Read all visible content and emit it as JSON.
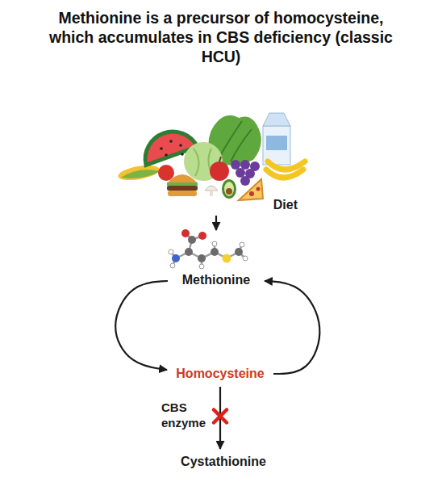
{
  "diagram": {
    "title": "Methionine is a precursor of homocysteine, which accumulates in CBS deficiency (classic HCU)",
    "nodes": [
      {
        "text": [
          "Diet"
        ]
      },
      {
        "text": [
          "Methionine"
        ]
      },
      {
        "text": [
          "Homocysteine"
        ]
      },
      {
        "text": [
          "Cystathionine"
        ]
      }
    ],
    "edges": [
      {
        "from": 0,
        "to": 1,
        "arrow": "to"
      },
      {
        "from": 1,
        "to": 2,
        "arrow": "to"
      },
      {
        "from": 2,
        "to": 1,
        "arrow": "to"
      },
      {
        "from": 2,
        "to": 3,
        "label": "CBS enzyme",
        "arrow": "to"
      }
    ]
  }
}
